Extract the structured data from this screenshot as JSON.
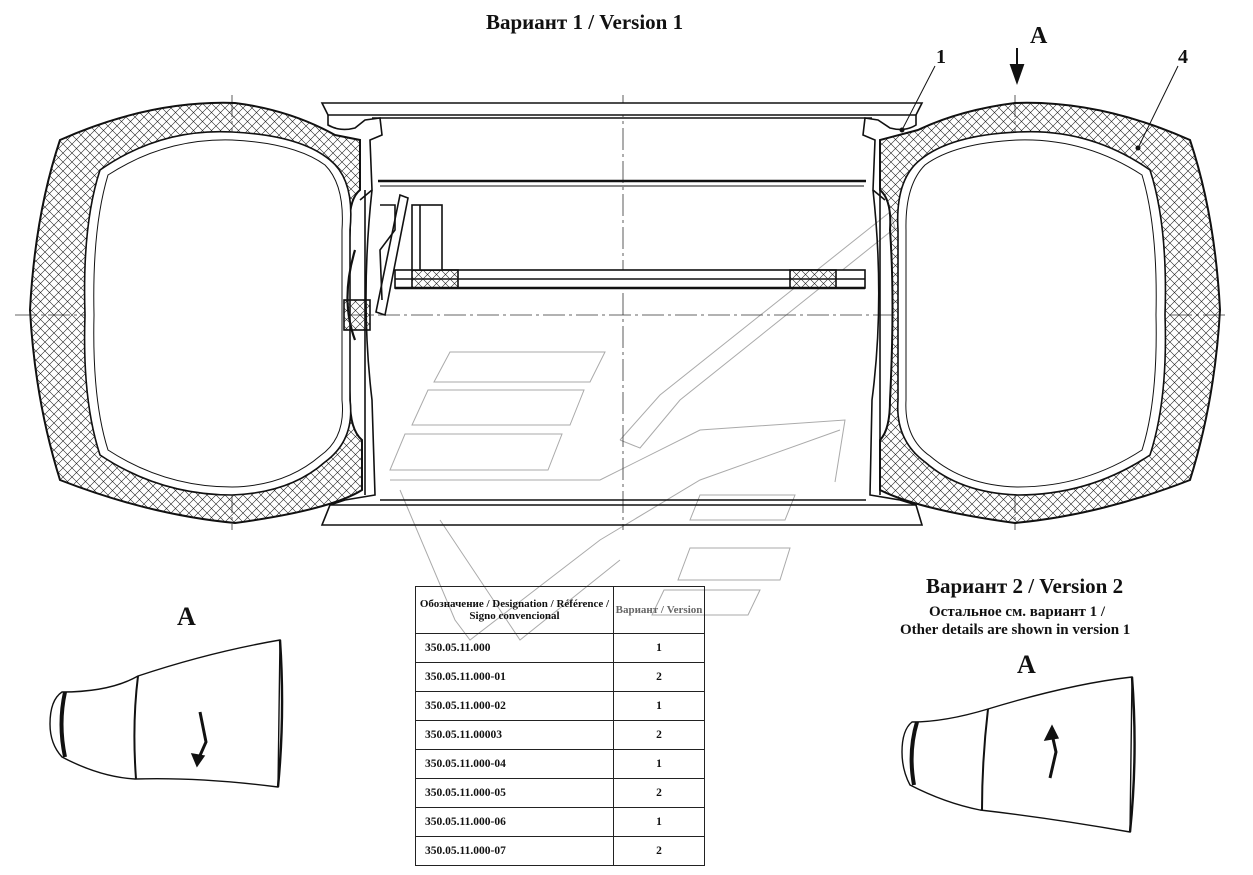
{
  "titles": {
    "version1": "Вариант 1 / Version 1",
    "version2": "Вариант 2 / Version 2",
    "version2_note_line1": "Остальное см. вариант 1 /",
    "version2_note_line2": "Other details are shown in version 1"
  },
  "labels": {
    "view_arrow": "A",
    "view_a_left": "A",
    "view_a_right": "A",
    "callout_1": "1",
    "callout_4": "4"
  },
  "table": {
    "header_designation": "Обозначение / Designation / Référence / Signo convencional",
    "header_variant": "Вариант / Version",
    "rows": [
      {
        "designation": "350.05.11.000",
        "variant": "1"
      },
      {
        "designation": "350.05.11.000-01",
        "variant": "2"
      },
      {
        "designation": "350.05.11.000-02",
        "variant": "1"
      },
      {
        "designation": "350.05.11.00003",
        "variant": "2"
      },
      {
        "designation": "350.05.11.000-04",
        "variant": "1"
      },
      {
        "designation": "350.05.11.000-05",
        "variant": "2"
      },
      {
        "designation": "350.05.11.000-06",
        "variant": "1"
      },
      {
        "designation": "350.05.11.000-07",
        "variant": "2"
      }
    ]
  }
}
